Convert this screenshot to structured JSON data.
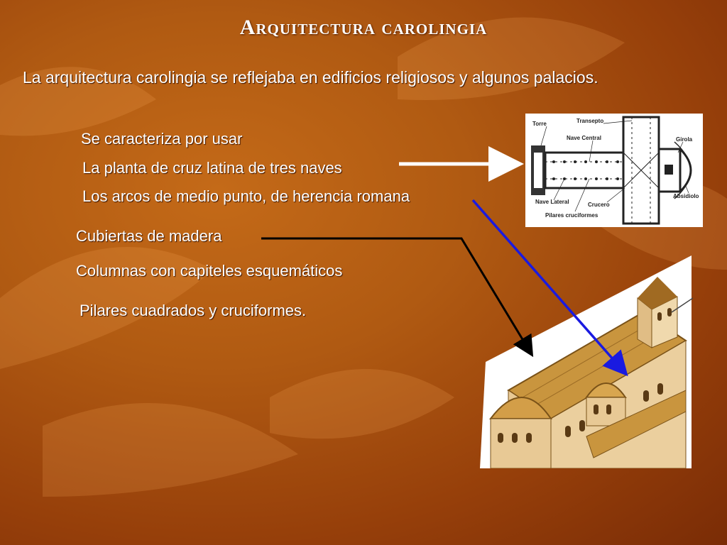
{
  "title": "Arquitectura carolingia",
  "intro": "La arquitectura carolingia se reflejaba en edificios religiosos y algunos palacios.",
  "bullets": [
    "Se caracteriza por usar",
    "La planta de cruz latina de tres naves",
    "Los arcos de medio punto, de  herencia romana",
    "Cubiertas de madera",
    "Columnas con capiteles esquemáticos",
    "Pilares cuadrados y cruciformes."
  ],
  "plan_labels": {
    "torre": "Torre",
    "transepto": "Transepto",
    "nave_central": "Nave Central",
    "girola": "Girola",
    "nave_lateral": "Nave Lateral",
    "crucero": "Crucero",
    "absidiolo": "Absidiolo",
    "pilares": "Pilares cruciformes"
  },
  "colors": {
    "text": "#ffffff",
    "arrow_white": "#ffffff",
    "arrow_black": "#000000",
    "arrow_blue": "#1a1ae0"
  }
}
